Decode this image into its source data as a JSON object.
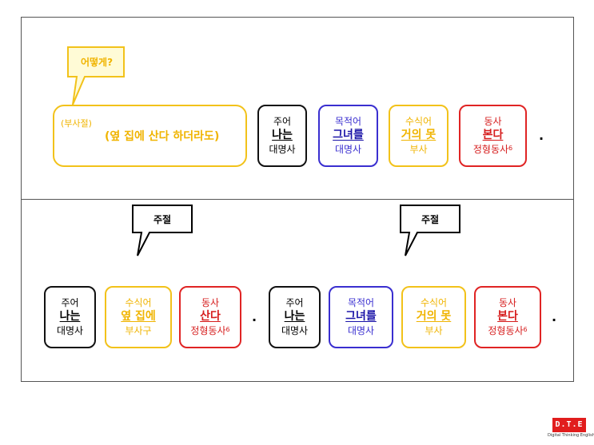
{
  "top": {
    "callout": "어떻게?",
    "clause": {
      "label": "(부사절)",
      "text": "(옆 집에 산다 하더라도)"
    },
    "subject": {
      "role": "주어",
      "word": "나는",
      "pos": "대명사"
    },
    "object": {
      "role": "목적어",
      "word": "그녀를",
      "pos": "대명사"
    },
    "modifier": {
      "role": "수식어",
      "word": "거의 못",
      "pos": "부사"
    },
    "verb": {
      "role": "동사",
      "word": "본다",
      "pos": "정형동사",
      "sup": "6"
    },
    "period": "."
  },
  "bottom": {
    "left_callout": "주절",
    "right_callout": "주절",
    "left": {
      "subject": {
        "role": "주어",
        "word": "나는",
        "pos": "대명사"
      },
      "modifier": {
        "role": "수식어",
        "word": "옆 집에",
        "pos": "부사구"
      },
      "verb": {
        "role": "동사",
        "word": "산다",
        "pos": "정형동사",
        "sup": "6"
      },
      "period": "."
    },
    "right": {
      "subject": {
        "role": "주어",
        "word": "나는",
        "pos": "대명사"
      },
      "object": {
        "role": "목적어",
        "word": "그녀를",
        "pos": "대명사"
      },
      "modifier": {
        "role": "수식어",
        "word": "거의 못",
        "pos": "부사"
      },
      "verb": {
        "role": "동사",
        "word": "본다",
        "pos": "정형동사",
        "sup": "6"
      },
      "period": "."
    }
  },
  "logo": {
    "mark": "D.T.E",
    "caption": "Digital Thinking English"
  },
  "colors": {
    "subject": "#111111",
    "object": "#3a2fd0",
    "modifier": "#f2c21a",
    "verb": "#e02424"
  }
}
